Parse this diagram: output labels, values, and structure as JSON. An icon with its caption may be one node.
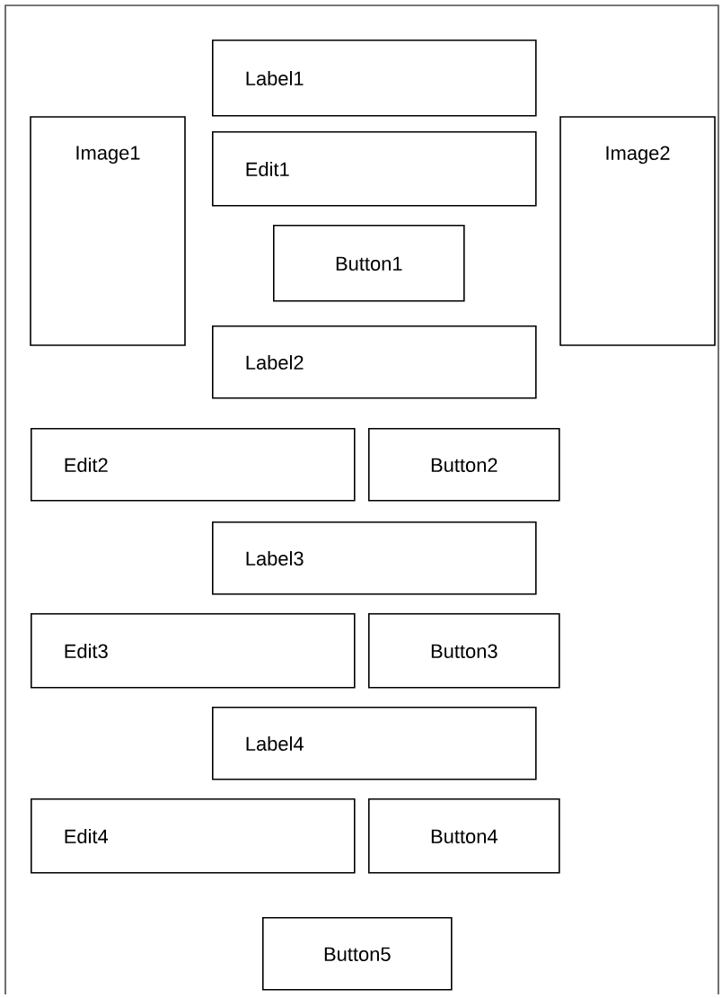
{
  "diagram": {
    "nodes": [
      {
        "text": [
          "Label1"
        ]
      },
      {
        "text": [
          "Image1"
        ]
      },
      {
        "text": [
          "Edit1"
        ]
      },
      {
        "text": [
          "Image2"
        ]
      },
      {
        "text": [
          "Button1"
        ]
      },
      {
        "text": [
          "Label2"
        ]
      },
      {
        "text": [
          "Edit2"
        ]
      },
      {
        "text": [
          "Button2"
        ]
      },
      {
        "text": [
          "Label3"
        ]
      },
      {
        "text": [
          "Edit3"
        ]
      },
      {
        "text": [
          "Button3"
        ]
      },
      {
        "text": [
          "Label4"
        ]
      },
      {
        "text": [
          "Edit4"
        ]
      },
      {
        "text": [
          "Button4"
        ]
      },
      {
        "text": [
          "Button5"
        ]
      }
    ]
  }
}
